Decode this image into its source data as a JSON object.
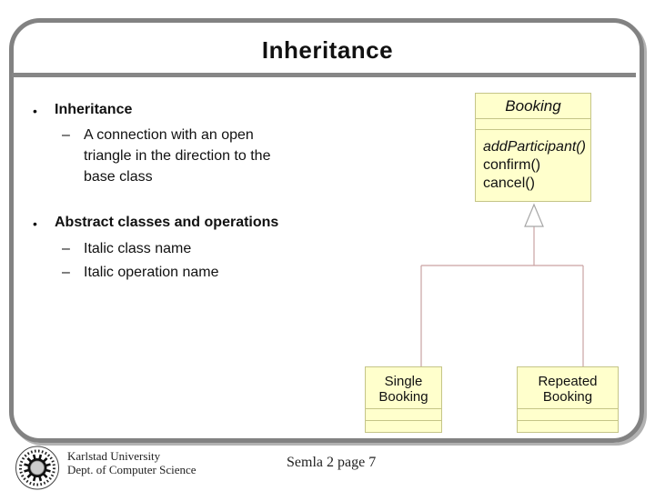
{
  "slide": {
    "title": "Inheritance",
    "bullet_char": "•",
    "dash_char": "–",
    "bullet1": {
      "label": "Inheritance",
      "sub1": "A connection with an open triangle in the direction to the base class"
    },
    "bullet2": {
      "label": "Abstract classes and operations",
      "sub1": "Italic class name",
      "sub2": "Italic operation name"
    }
  },
  "diagram": {
    "type": "uml-class-diagram",
    "base_class": {
      "name": "Booking",
      "attributes": [],
      "operations": [
        {
          "name": "addParticipant()",
          "abstract": true
        },
        {
          "name": "confirm()",
          "abstract": false
        },
        {
          "name": "cancel()",
          "abstract": false
        }
      ]
    },
    "subclass_left": {
      "name": "Single Booking"
    },
    "subclass_right": {
      "name": "Repeated Booking"
    },
    "relation": "inheritance-open-triangle",
    "colors": {
      "box_fill": "#ffffcc",
      "box_border": "#c5c587",
      "connector_line": "#c9a2a2",
      "triangle_stroke": "#a6a6a6",
      "frame_border": "#828282"
    }
  },
  "footer": {
    "logo": "karlstad-university-seal",
    "university": "Karlstad University",
    "department": "Dept. of Computer Science",
    "page_label": "Semla 2 page 7"
  }
}
